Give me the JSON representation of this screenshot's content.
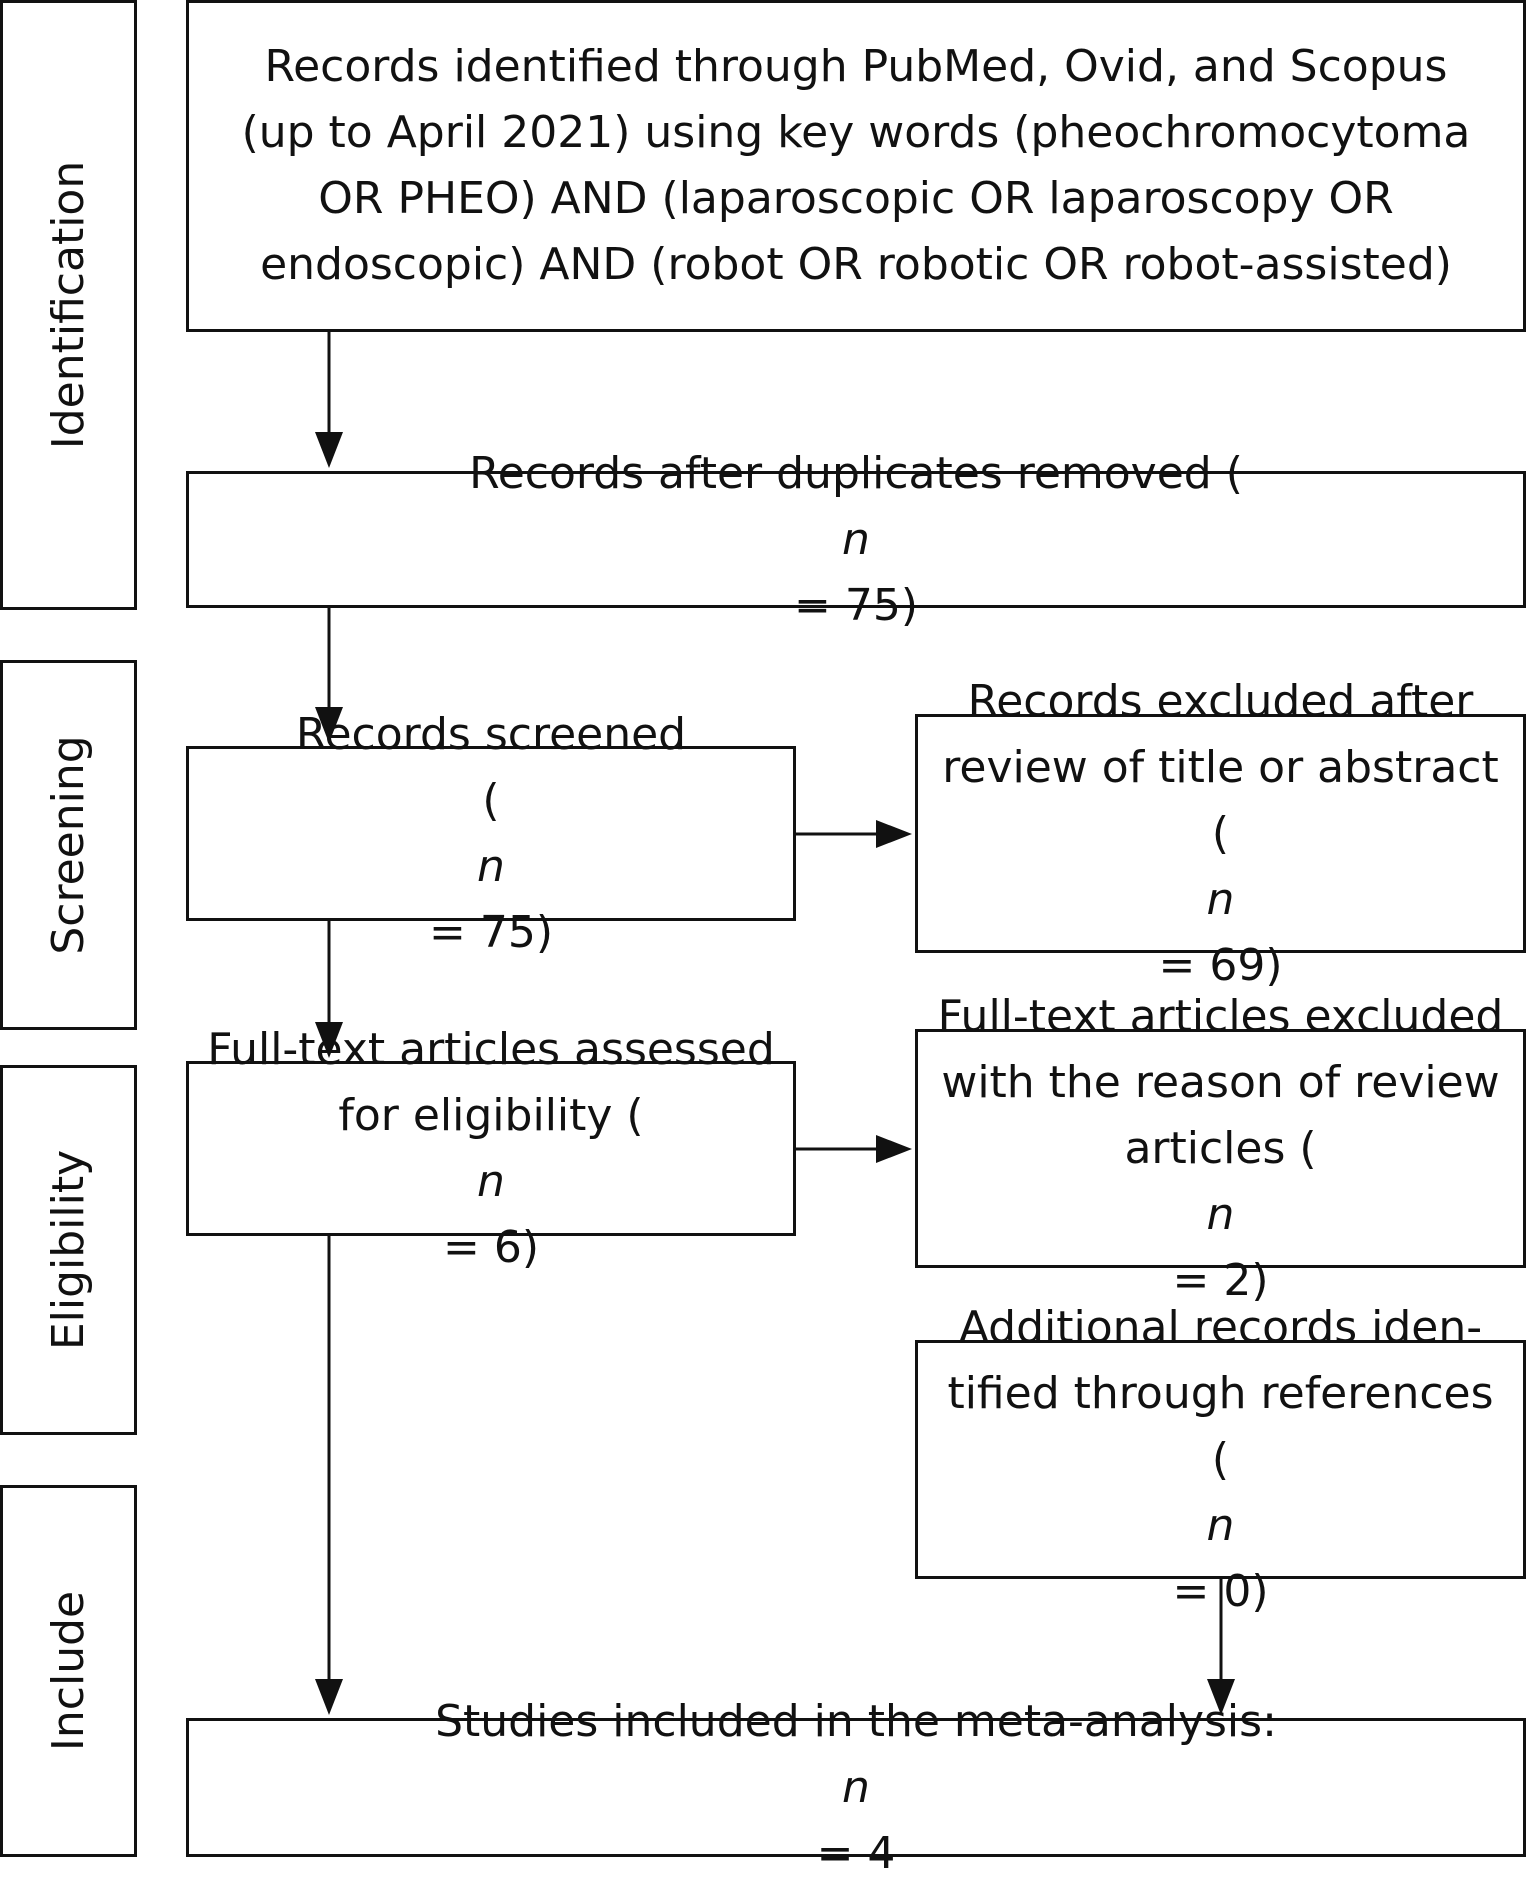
{
  "stages": {
    "identification": "Identification",
    "screening": "Screening",
    "eligibility": "Eligibility",
    "include": "Include"
  },
  "boxes": {
    "identified": {
      "lines": [
        "Records identified through PubMed, Ovid, and Scopus",
        "(up to April 2021) using key words (pheochromocytoma",
        "OR PHEO) AND (laparoscopic OR laparoscopy OR",
        "endoscopic) AND (robot OR robotic OR robot-assisted)"
      ]
    },
    "after_duplicates": {
      "text_before": "Records after duplicates removed (",
      "n_var": "n",
      "text_after": " = 75)"
    },
    "screened": {
      "line1": "Records screened",
      "line2_before": "(",
      "n_var": "n",
      "line2_after": " = 75)"
    },
    "excluded_title": {
      "line1": "Records excluded after",
      "line2": "review of title or abstract",
      "line3_before": "(",
      "n_var": "n",
      "line3_after": " = 69)"
    },
    "fulltext_assessed": {
      "line1": "Full-text articles assessed",
      "line2_before": "for eligibility (",
      "n_var": "n",
      "line2_after": " = 6)"
    },
    "fulltext_excluded": {
      "line1": "Full-text articles excluded",
      "line2": "with the reason of review",
      "line3_before": "articles (",
      "n_var": "n",
      "line3_after": " = 2)"
    },
    "additional": {
      "line1": "Additional records iden-",
      "line2": "tified through references",
      "line3_before": "(",
      "n_var": "n",
      "line3_after": " = 0)"
    },
    "included": {
      "text_before": "Studies included in the meta-analysis: ",
      "n_var": "n",
      "text_after": " = 4"
    }
  },
  "colors": {
    "stroke": "#111111",
    "background": "#ffffff"
  }
}
